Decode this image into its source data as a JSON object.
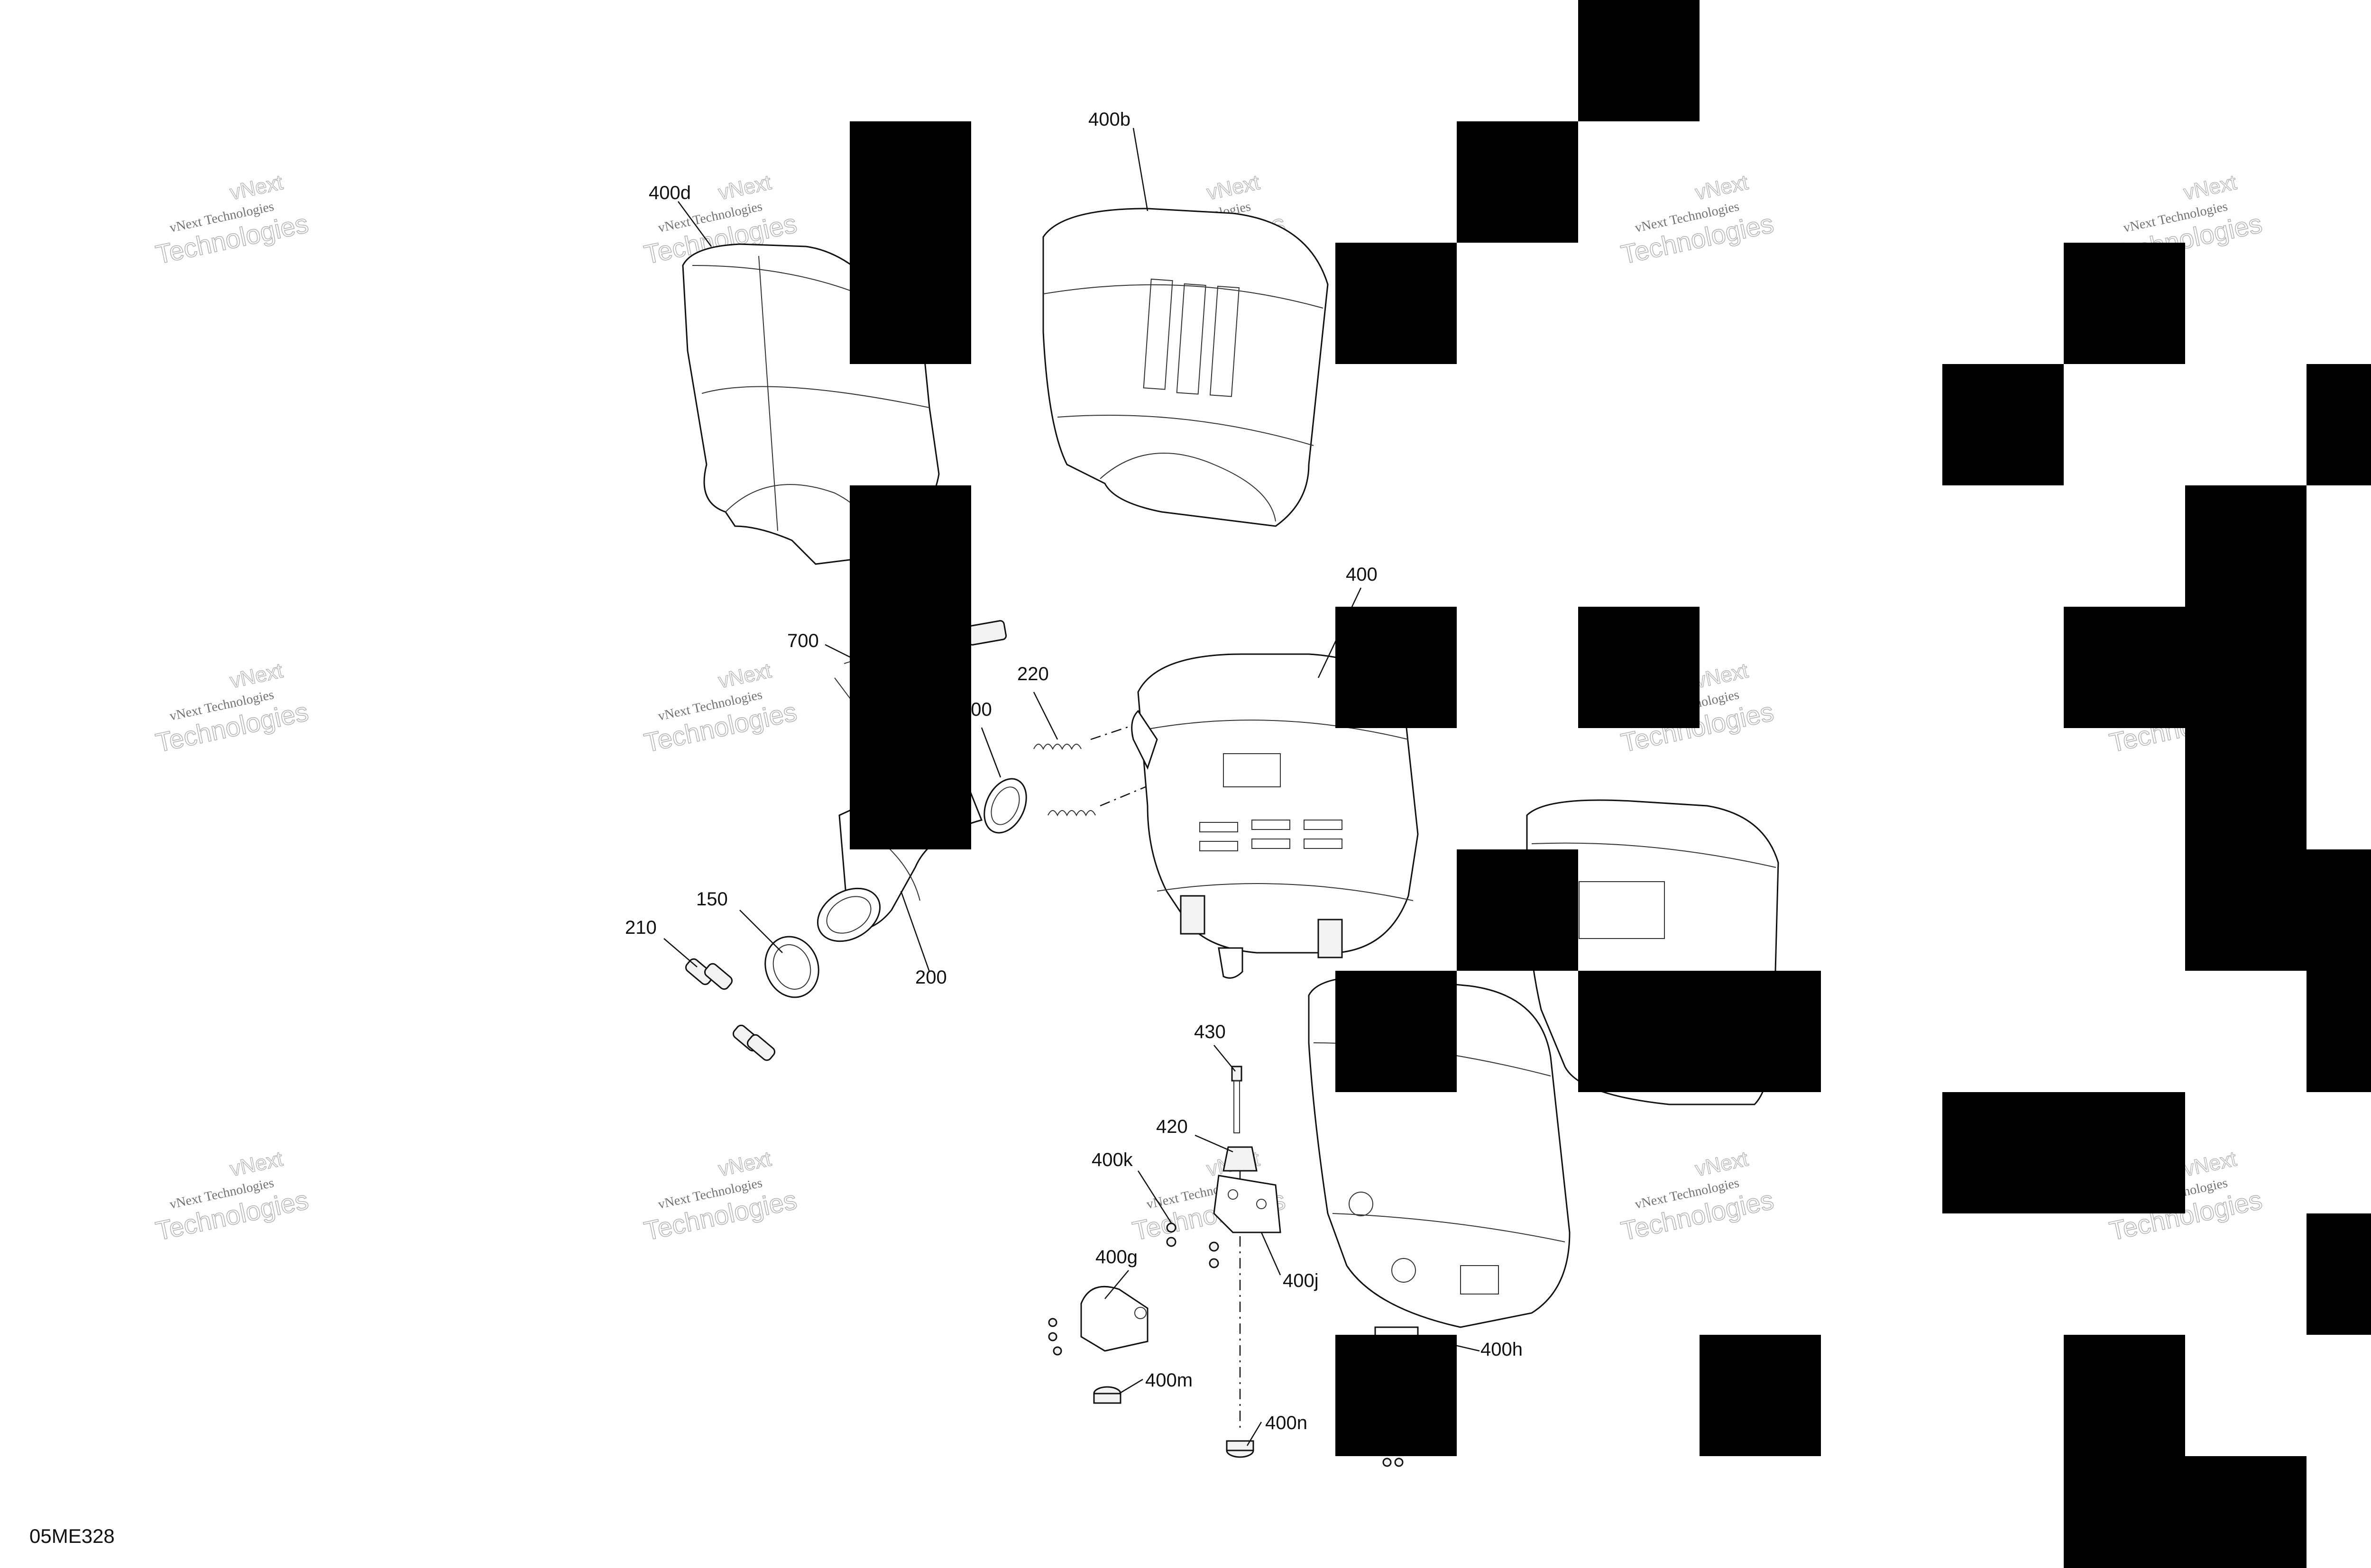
{
  "diagram_code": "05ME328",
  "watermark": {
    "line1": "vNext Technologies",
    "line2": "Technologies",
    "line0": "vNext"
  },
  "callouts": {
    "c400b": "400b",
    "c400d": "400d",
    "c400": "400",
    "c700": "700",
    "c220": "220",
    "c400a": "400",
    "c150": "150",
    "c210": "210",
    "c200": "200",
    "c430": "430",
    "c420": "420",
    "c400k": "400k",
    "c400g": "400g",
    "c400j": "400j",
    "c400m": "400m",
    "c400n": "400n",
    "c400h": "400h"
  },
  "colors": {
    "line": "#111111",
    "mask": "#000000",
    "background": "#ffffff"
  }
}
